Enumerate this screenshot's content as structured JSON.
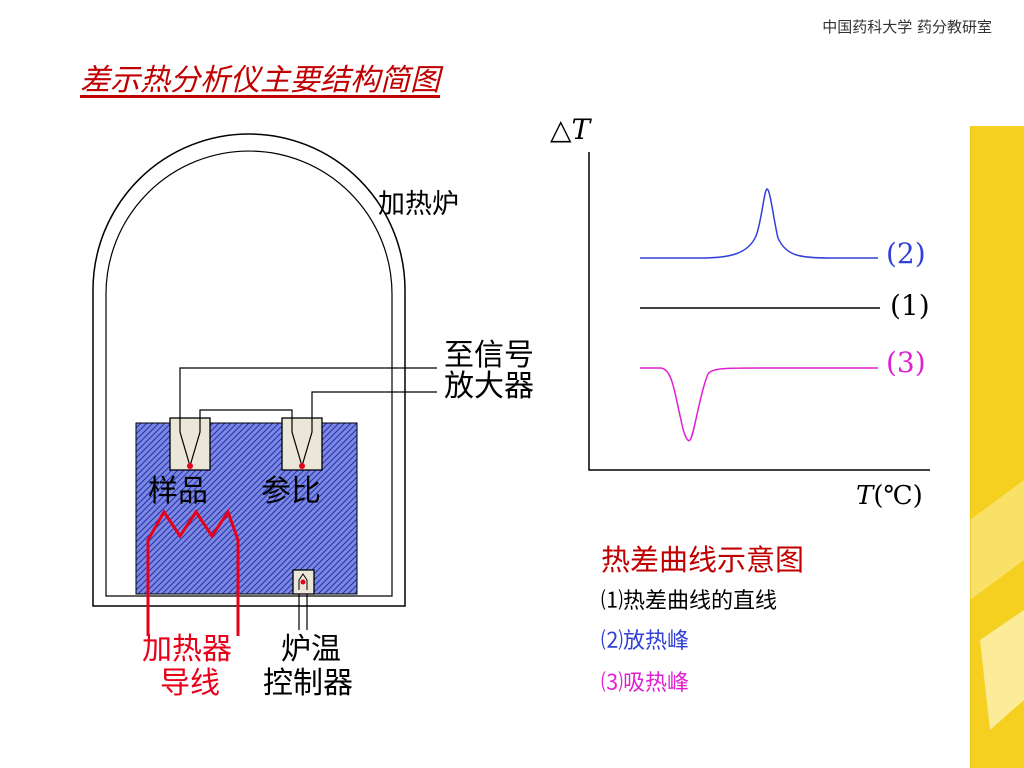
{
  "header": "中国药科大学  药分教研室",
  "title": "差示热分析仪主要结构简图",
  "labels": {
    "furnace": "加热炉",
    "signal_amp_line1": "至信号",
    "signal_amp_line2": "放大器",
    "sample": "样品",
    "reference": "参比",
    "heater_lead_line1": "加热器",
    "heater_lead_line2": "导线",
    "temp_ctrl_line1": "炉温",
    "temp_ctrl_line2": "控制器"
  },
  "graph": {
    "y_label_symbol": "△",
    "y_label_var": "T",
    "x_label_var": "T",
    "x_label_unit": "(℃)",
    "curve_labels": [
      "(2)",
      "(1)",
      "(3)"
    ]
  },
  "legend": {
    "title": "热差曲线示意图",
    "items": [
      "⑴热差曲线的直线",
      "⑵放热峰",
      "⑶吸热峰"
    ]
  },
  "colors": {
    "title": "#c00000",
    "red_wire": "#e8001a",
    "exo_curve": "#3040d8",
    "endo_curve": "#e020d0",
    "block_fill": "#5060d8",
    "deco_bar": "#f5d020"
  }
}
